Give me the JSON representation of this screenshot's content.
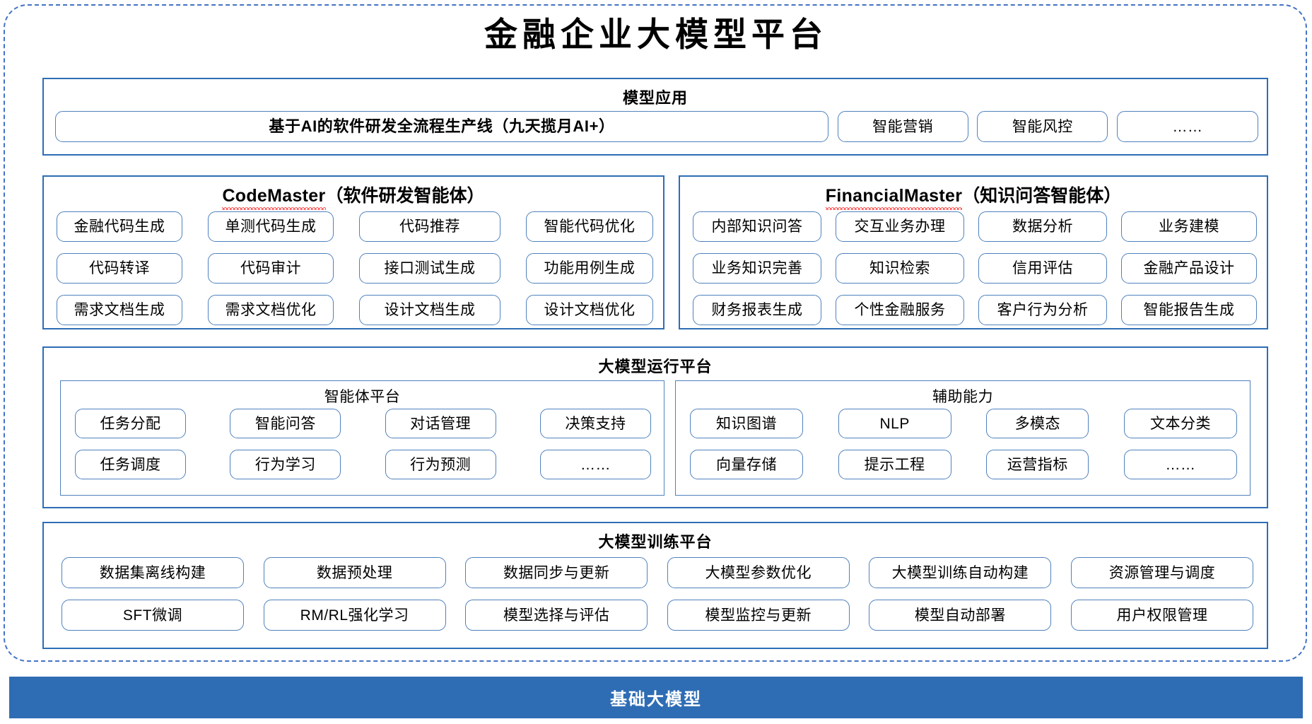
{
  "title": "金融企业大模型平台",
  "theme": {
    "frame_border": "#4472C4",
    "panel_border": "#2E6DB4",
    "chip_border": "#4F81BD",
    "base_bar_bg": "#2E6DB4",
    "base_bar_text": "#FFFFFF",
    "spellcheck_underline": "#FF0000"
  },
  "applications": {
    "title": "模型应用",
    "banner": "基于AI的软件研发全流程生产线（九天揽月AI+）",
    "chips": [
      "智能营销",
      "智能风控",
      "……"
    ]
  },
  "agents": [
    {
      "name_latin": "CodeMaster",
      "name_cn": "（软件研发智能体）",
      "spellcheck_flagged": true,
      "rows": [
        [
          "金融代码生成",
          "单测代码生成",
          "代码推荐",
          "智能代码优化"
        ],
        [
          "代码转译",
          "代码审计",
          "接口测试生成",
          "功能用例生成"
        ],
        [
          "需求文档生成",
          "需求文档优化",
          "设计文档生成",
          "设计文档优化"
        ]
      ]
    },
    {
      "name_latin": "FinancialMaster",
      "name_cn": "（知识问答智能体）",
      "spellcheck_flagged": true,
      "rows": [
        [
          "内部知识问答",
          "交互业务办理",
          "数据分析",
          "业务建模"
        ],
        [
          "业务知识完善",
          "知识检索",
          "信用评估",
          "金融产品设计"
        ],
        [
          "财务报表生成",
          "个性金融服务",
          "客户行为分析",
          "智能报告生成"
        ]
      ]
    }
  ],
  "runtime": {
    "title": "大模型运行平台",
    "subpanels": [
      {
        "title": "智能体平台",
        "rows": [
          [
            "任务分配",
            "智能问答",
            "对话管理",
            "决策支持"
          ],
          [
            "任务调度",
            "行为学习",
            "行为预测",
            "……"
          ]
        ]
      },
      {
        "title": "辅助能力",
        "rows": [
          [
            "知识图谱",
            "NLP",
            "多模态",
            "文本分类"
          ],
          [
            "向量存储",
            "提示工程",
            "运营指标",
            "……"
          ]
        ]
      }
    ]
  },
  "training": {
    "title": "大模型训练平台",
    "rows": [
      [
        "数据集离线构建",
        "数据预处理",
        "数据同步与更新",
        "大模型参数优化",
        "大模型训练自动构建",
        "资源管理与调度"
      ],
      [
        "SFT微调",
        "RM/RL强化学习",
        "模型选择与评估",
        "模型监控与更新",
        "模型自动部署",
        "用户权限管理"
      ]
    ]
  },
  "base_model": {
    "label": "基础大模型"
  }
}
